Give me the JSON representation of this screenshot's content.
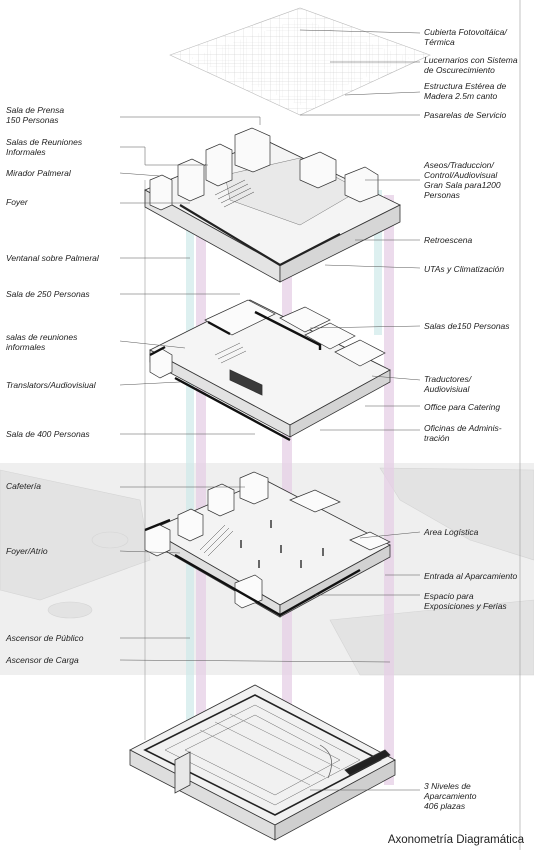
{
  "labels_right": [
    "Cubierta Fotovoltáica/\nTérmica",
    "Lucernarios con Sistema\nde Oscurecimiento",
    "Estructura Estérea de\nMadera 2.5m canto",
    "Pasarelas de Servicio",
    "Aseos/Traduccion/\nControl/Audiovisual\nGran Sala para1200\nPersonas",
    "Retroescena",
    "UTAs y Climatización",
    "Salas de150 Personas",
    "Traductores/\nAudiovisiual",
    "Office para Catering",
    "Oficinas de Adminis-\ntración",
    "Area Logística",
    "Entrada al Aparcamiento",
    "Espacio para\nExposiciones y Ferias",
    "3 Niveles de\nAparcamiento\n406 plazas"
  ],
  "labels_left": [
    "Sala de Prensa\n150 Personas",
    "Salas de Reuniones\nInformales",
    "Mirador Palmeral",
    "Foyer",
    "Ventanal sobre Palmeral",
    "Sala de 250 Personas",
    "salas de reuniones\ninformales",
    "Translators/Audiovisiual",
    "Sala de 400 Personas",
    "Cafetería",
    "Foyer/Atrio",
    "Ascensor de Público",
    "Ascensor de Carga"
  ],
  "caption": "Axonometría Diagramática"
}
